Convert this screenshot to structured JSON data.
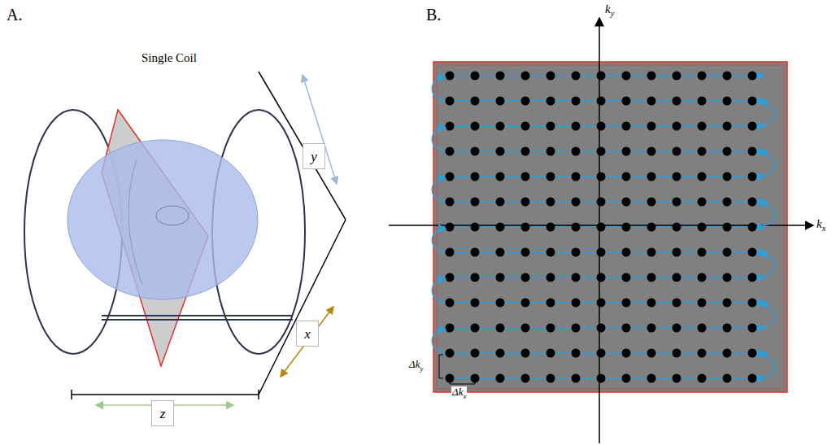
{
  "diagram": {
    "nodes": [
      {
        "text": [
          "y"
        ]
      },
      {
        "text": [
          "x"
        ]
      },
      {
        "text": [
          "z"
        ]
      }
    ],
    "labels": [
      "A.",
      "B.",
      "Single Coil",
      "ky",
      "kx",
      "Δky",
      "Δkx"
    ]
  }
}
